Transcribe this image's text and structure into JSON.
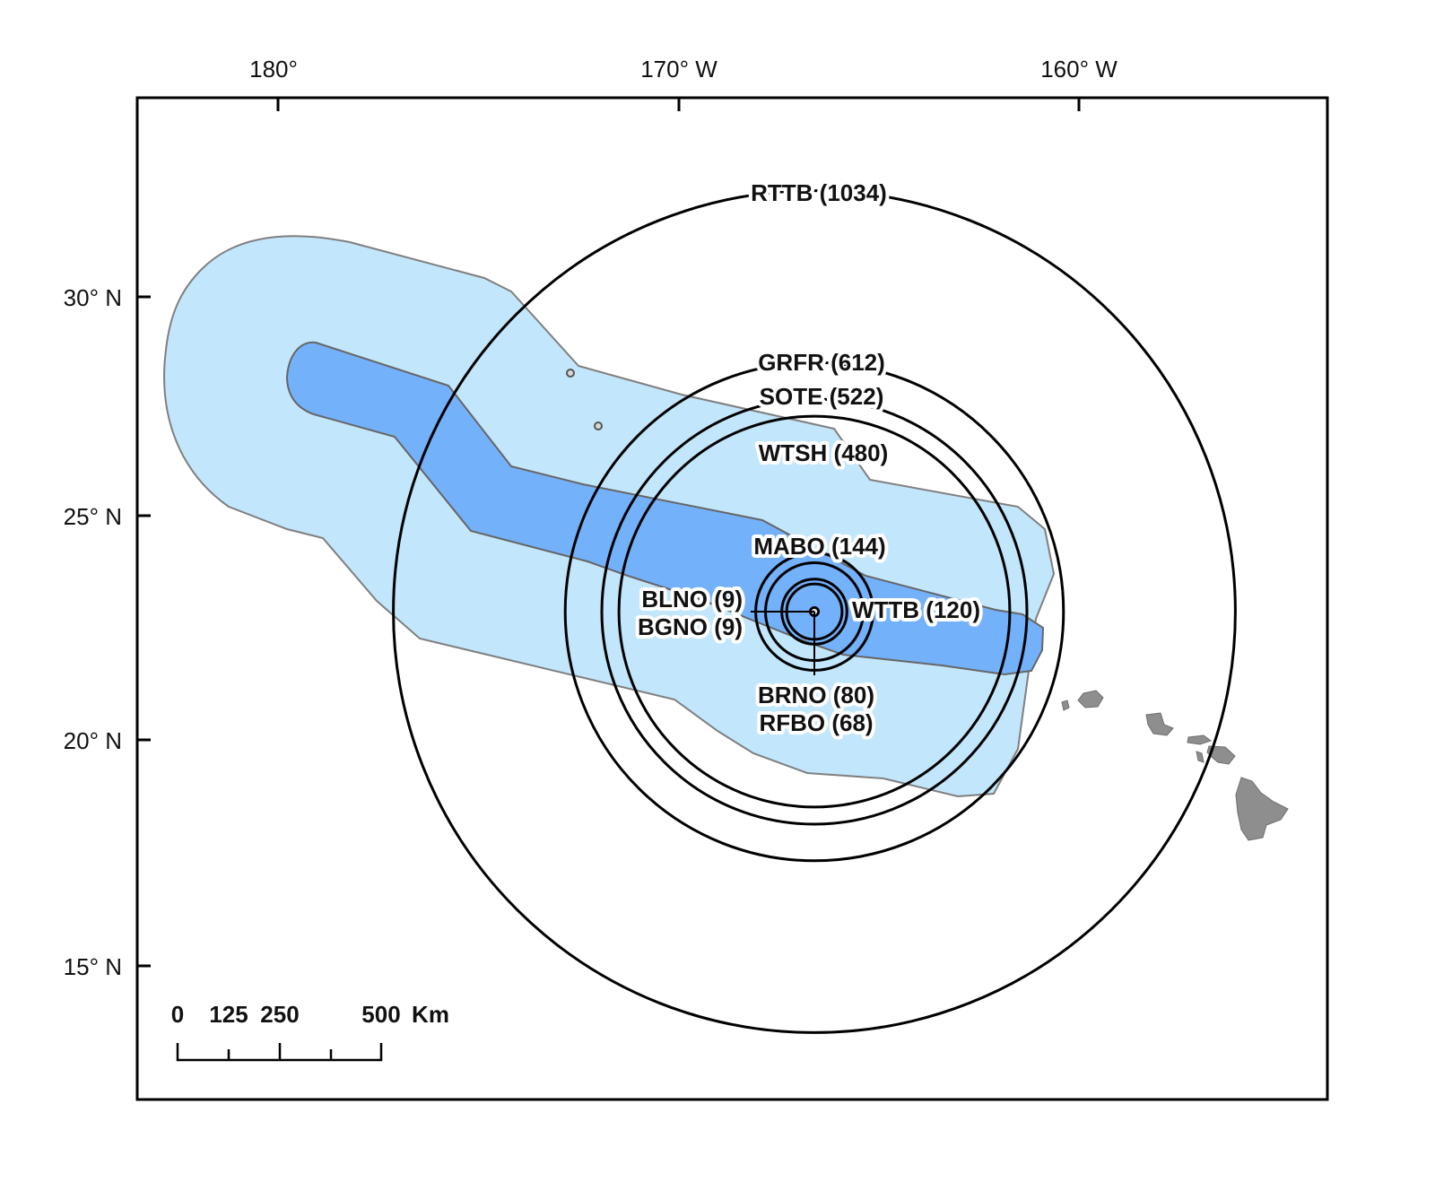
{
  "map": {
    "lon_labels": [
      "180°",
      "170° W",
      "160° W"
    ],
    "lat_labels": [
      "30° N",
      "25° N",
      "20° N",
      "15° N"
    ],
    "colors": {
      "outer_zone": "#c2e6fb",
      "inner_zone": "#74b1fb",
      "zone_outline": "#7f7f7f",
      "islands": "#8e8e8e",
      "rings": "#000000"
    },
    "rings": [
      {
        "code": "RTTB",
        "value": 1034,
        "text": "RTTB (1034)"
      },
      {
        "code": "GRFR",
        "value": 612,
        "text": "GRFR (612)"
      },
      {
        "code": "SOTE",
        "value": 522,
        "text": "SOTE (522)"
      },
      {
        "code": "WTSH",
        "value": 480,
        "text": "WTSH (480)"
      },
      {
        "code": "MABO",
        "value": 144,
        "text": "MABO (144)"
      },
      {
        "code": "WTTB",
        "value": 120,
        "text": "WTTB (120)"
      },
      {
        "code": "BRNO",
        "value": 80,
        "text": "BRNO (80)"
      },
      {
        "code": "RFBO",
        "value": 68,
        "text": "RFBO (68)"
      },
      {
        "code": "BLNO",
        "value": 9,
        "text": "BLNO (9)"
      },
      {
        "code": "BGNO",
        "value": 9,
        "text": "BGNO (9)"
      }
    ],
    "scale_bar": {
      "labels": [
        "0",
        "125",
        "250",
        "500"
      ],
      "unit": "Km"
    },
    "icons": [
      "colony-point-icon",
      "hawaiian-islands-icon",
      "scale-bar-icon"
    ]
  }
}
